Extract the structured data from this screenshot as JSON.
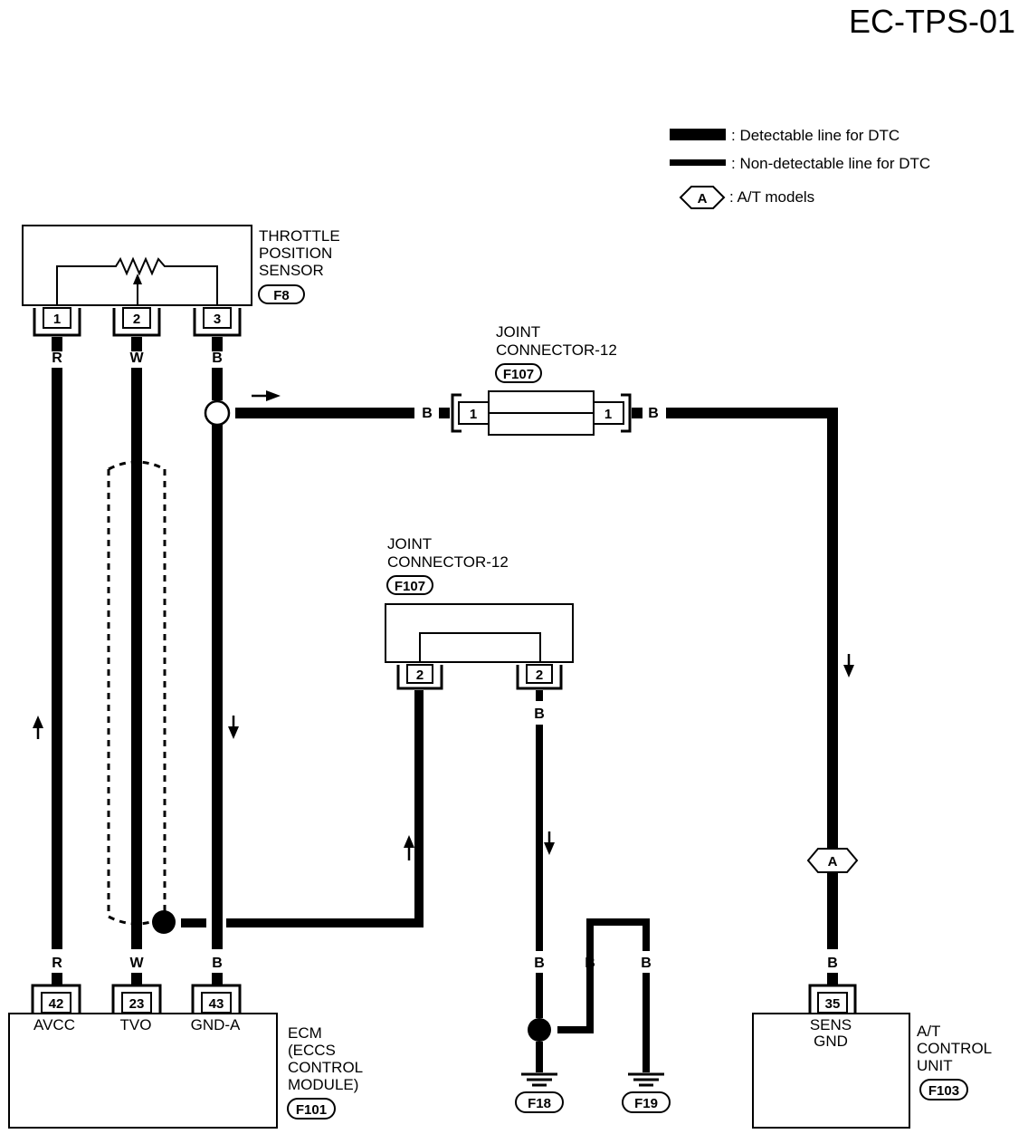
{
  "diagram_id": "EC-TPS-01",
  "legend": {
    "detectable": ": Detectable line for DTC",
    "non_detectable": ": Non-detectable line for DTC",
    "at_symbol": "A",
    "at_models": ": A/T models"
  },
  "tps": {
    "lines": [
      "THROTTLE",
      "POSITION",
      "SENSOR"
    ],
    "connector": "F8",
    "pins": [
      "1",
      "2",
      "3"
    ],
    "wire_colors": [
      "R",
      "W",
      "B"
    ]
  },
  "joint_top": {
    "lines": [
      "JOINT",
      "CONNECTOR-12"
    ],
    "connector": "F107",
    "pin_left": "1",
    "pin_right": "1",
    "wire_left": "B",
    "wire_right": "B"
  },
  "joint_mid": {
    "lines": [
      "JOINT",
      "CONNECTOR-12"
    ],
    "connector": "F107",
    "pin_left": "2",
    "pin_right": "2",
    "wire_right": "B"
  },
  "ecm": {
    "lines": [
      "ECM",
      "(ECCS",
      "CONTROL",
      "MODULE)"
    ],
    "connector": "F101",
    "pins": [
      "42",
      "23",
      "43"
    ],
    "pin_names": [
      "AVCC",
      "TVO",
      "GND-A"
    ],
    "wire_colors": [
      "R",
      "W",
      "B"
    ]
  },
  "grounds": {
    "wire_left": "B",
    "wire_mid": "B",
    "wire_right": "B",
    "left": "F18",
    "right": "F19"
  },
  "at_unit": {
    "lines": [
      "A/T",
      "CONTROL",
      "UNIT"
    ],
    "connector": "F103",
    "pin": "35",
    "pin_name_lines": [
      "SENS",
      "GND"
    ],
    "wire_color": "B",
    "option_symbol": "A"
  }
}
